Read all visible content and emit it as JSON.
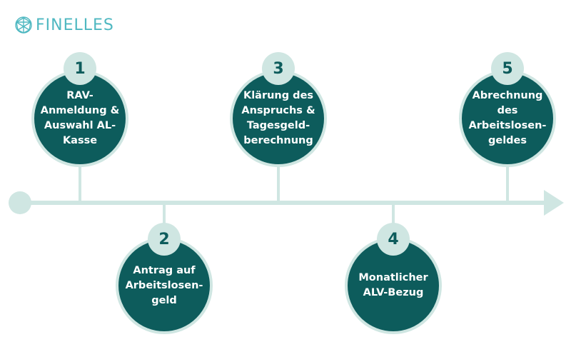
{
  "brand": {
    "name": "FINELLES",
    "icon": "globe-wire-icon"
  },
  "colors": {
    "teal_dark": "#0d5c5c",
    "teal_light": "#cfe6e2",
    "brand_cyan": "#4fb8c1"
  },
  "steps": [
    {
      "number": "1",
      "label": "RAV-\nAnmeldung &\nAuswahl AL-\nKasse",
      "position": "above"
    },
    {
      "number": "2",
      "label": "Antrag auf\nArbeitslosen-\ngeld",
      "position": "below"
    },
    {
      "number": "3",
      "label": "Klärung des\nAnspruchs &\nTagesgeld-\nberechnung",
      "position": "above"
    },
    {
      "number": "4",
      "label": "Monatlicher\nALV-Bezug",
      "position": "below"
    },
    {
      "number": "5",
      "label": "Abrechnung\ndes\nArbeitslosen-\ngeldes",
      "position": "above"
    }
  ]
}
